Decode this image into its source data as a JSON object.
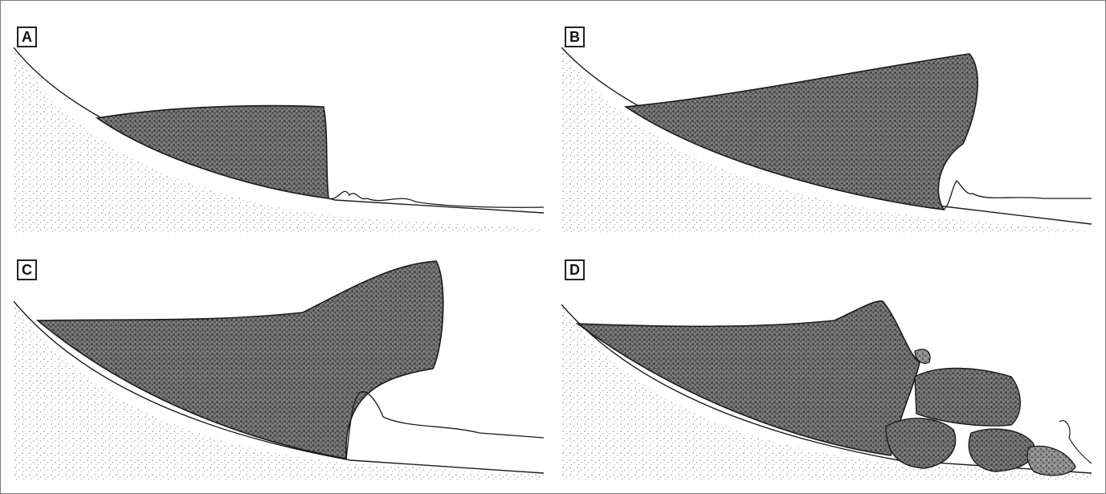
{
  "panels": [
    {
      "id": "A",
      "label": "A"
    },
    {
      "id": "B",
      "label": "B"
    },
    {
      "id": "C",
      "label": "C"
    },
    {
      "id": "D",
      "label": "D"
    }
  ],
  "colors": {
    "border": "#7a7a7a",
    "ink": "#1a1a1a",
    "sand_stipple": "#9a9a9a",
    "wave_fill": "#5a5a5a"
  }
}
